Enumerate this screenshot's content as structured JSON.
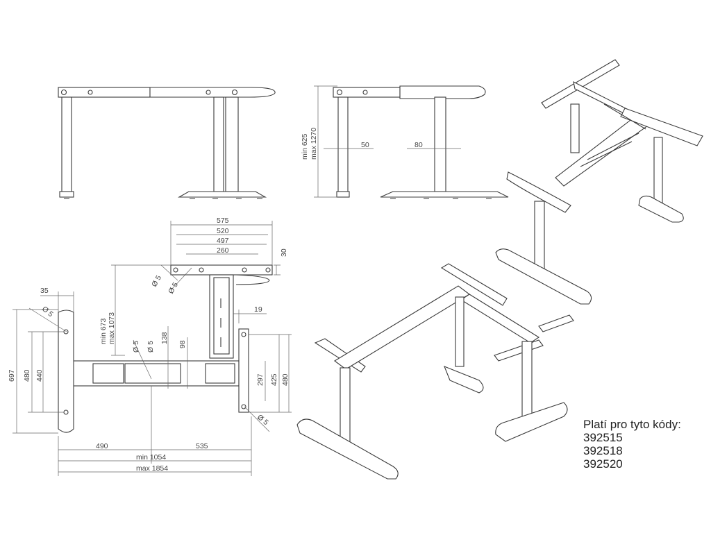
{
  "codes": {
    "heading": "Platí pro tyto kódy:",
    "items": [
      "392515",
      "392518",
      "392520"
    ]
  },
  "side_view": {
    "height_min": "min 625",
    "height_max": "max 1270",
    "leg_width_1": "50",
    "leg_width_2": "80"
  },
  "plan_view": {
    "bracket_width_total": "575",
    "bracket_width_2": "520",
    "bracket_width_3": "497",
    "bracket_width_4": "260",
    "bracket_depth": "30",
    "foot_width": "35",
    "hole_diam_1": "Ø 5",
    "hole_diam_2": "Ø 5",
    "hole_diam_3": "Ø 5",
    "hole_diam_4": "Ø 5",
    "hole_diam_5": "Ø 5",
    "hole_diam_6": "Ø 5",
    "ext_min": "min 673",
    "ext_max": "max 1073",
    "dim_138": "138",
    "dim_98": "98",
    "dim_19": "19",
    "left_697": "697",
    "left_480": "480",
    "left_440": "440",
    "right_297": "297",
    "right_425": "425",
    "right_480": "480",
    "bottom_490": "490",
    "bottom_535": "535",
    "width_min": "min 1054",
    "width_max": "max 1854"
  }
}
